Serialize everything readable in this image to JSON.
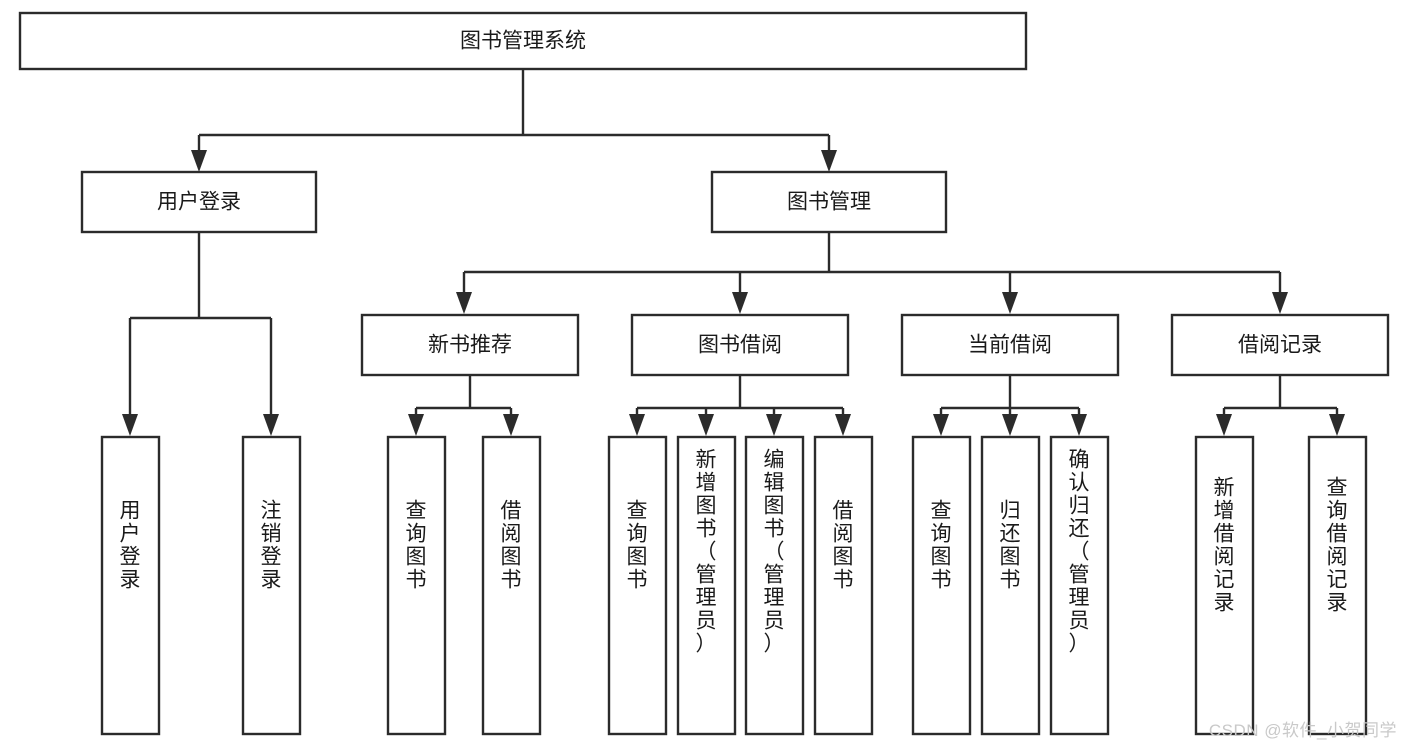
{
  "diagram": {
    "type": "tree-hierarchy-chart",
    "title": "图书管理系统",
    "root": {
      "id": "root",
      "label": "图书管理系统",
      "orientation": "horizontal"
    },
    "level2": [
      {
        "id": "user-login",
        "label": "用户登录",
        "orientation": "horizontal"
      },
      {
        "id": "book-manage",
        "label": "图书管理",
        "orientation": "horizontal"
      }
    ],
    "level3": [
      {
        "id": "new-book-recommend",
        "label": "新书推荐",
        "orientation": "horizontal",
        "parent": "book-manage"
      },
      {
        "id": "book-borrow",
        "label": "图书借阅",
        "orientation": "horizontal",
        "parent": "book-manage"
      },
      {
        "id": "current-borrow",
        "label": "当前借阅",
        "orientation": "horizontal",
        "parent": "book-manage"
      },
      {
        "id": "borrow-record",
        "label": "借阅记录",
        "orientation": "horizontal",
        "parent": "book-manage"
      }
    ],
    "leaves": [
      {
        "id": "leaf-user-login",
        "label": "用户登录",
        "orientation": "vertical",
        "parent": "user-login"
      },
      {
        "id": "leaf-user-logout",
        "label": "注销登录",
        "orientation": "vertical",
        "parent": "user-login"
      },
      {
        "id": "leaf-query-book-1",
        "label": "查询图书",
        "orientation": "vertical",
        "parent": "new-book-recommend"
      },
      {
        "id": "leaf-borrow-book-1",
        "label": "借阅图书",
        "orientation": "vertical",
        "parent": "new-book-recommend"
      },
      {
        "id": "leaf-query-book-2",
        "label": "查询图书",
        "orientation": "vertical",
        "parent": "book-borrow"
      },
      {
        "id": "leaf-add-book",
        "label": "新增图书（管理员）",
        "orientation": "vertical",
        "parent": "book-borrow"
      },
      {
        "id": "leaf-edit-book",
        "label": "编辑图书（管理员）",
        "orientation": "vertical",
        "parent": "book-borrow"
      },
      {
        "id": "leaf-borrow-book-2",
        "label": "借阅图书",
        "orientation": "vertical",
        "parent": "book-borrow"
      },
      {
        "id": "leaf-query-book-3",
        "label": "查询图书",
        "orientation": "vertical",
        "parent": "current-borrow"
      },
      {
        "id": "leaf-return-book",
        "label": "归还图书",
        "orientation": "vertical",
        "parent": "current-borrow"
      },
      {
        "id": "leaf-confirm-return",
        "label": "确认归还（管理员）",
        "orientation": "vertical",
        "parent": "current-borrow"
      },
      {
        "id": "leaf-add-record",
        "label": "新增借阅记录",
        "orientation": "vertical",
        "parent": "borrow-record"
      },
      {
        "id": "leaf-query-record",
        "label": "查询借阅记录",
        "orientation": "vertical",
        "parent": "borrow-record"
      }
    ],
    "colors": {
      "stroke": "#2b2b2b",
      "fill": "#ffffff",
      "text": "#1a1a1a",
      "background": "#ffffff",
      "watermark": "#c9c9c9"
    }
  },
  "watermark": {
    "text": "CSDN @软件_小贺同学"
  }
}
